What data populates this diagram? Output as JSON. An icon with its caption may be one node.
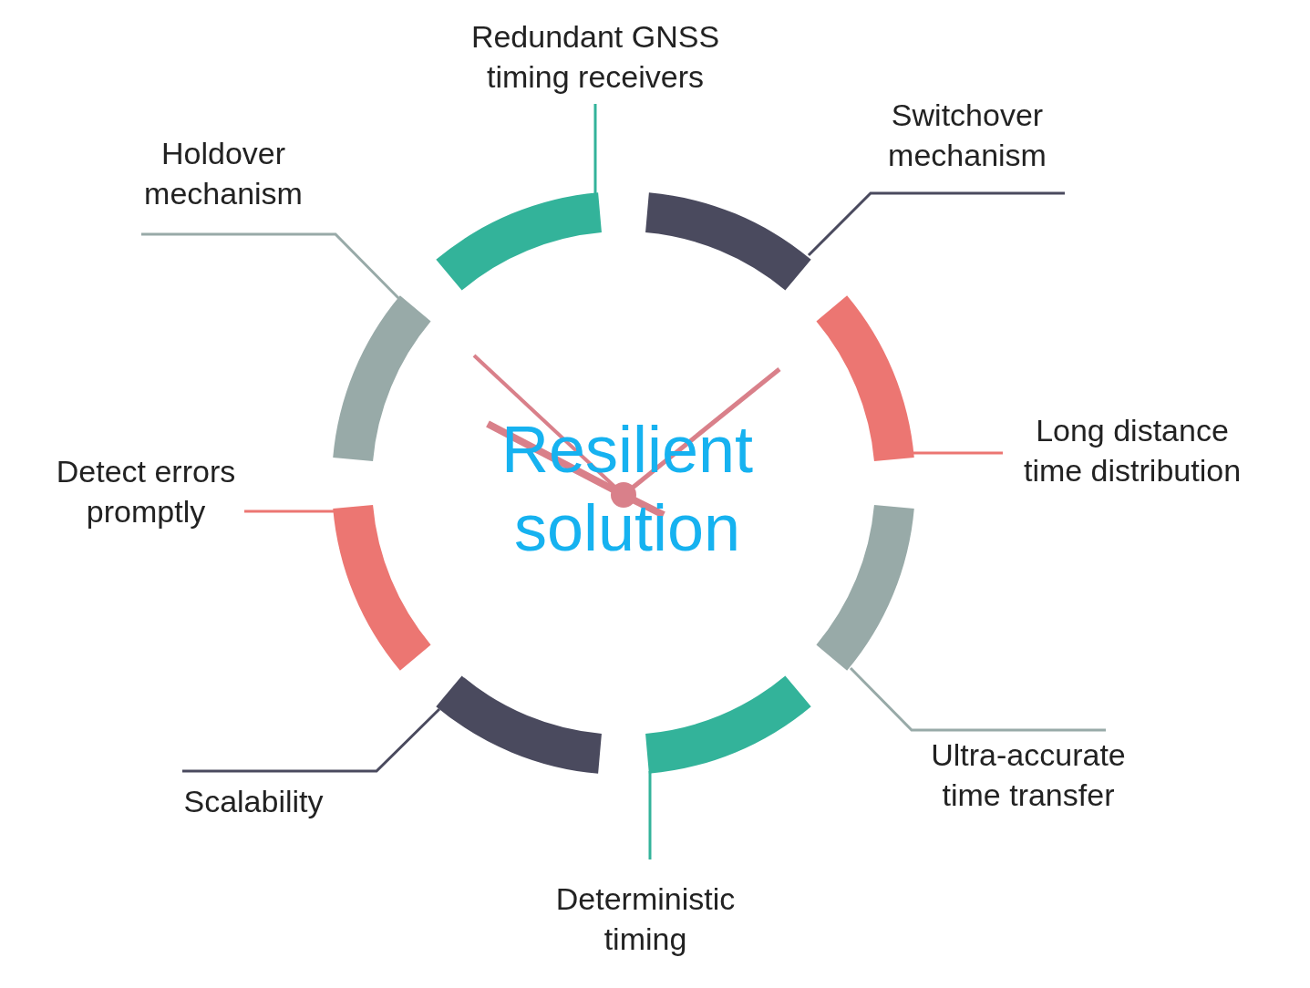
{
  "diagram": {
    "nodes": [
      {
        "text": [
          "Redundant GNSS timing receivers"
        ]
      },
      {
        "text": [
          "Switchover mechanism"
        ]
      },
      {
        "text": [
          "Holdover mechanism"
        ]
      },
      {
        "text": [
          "Long distance time distribution"
        ]
      },
      {
        "text": [
          "Detect errors promptly"
        ]
      },
      {
        "text": [
          "Ultra-accurate time transfer"
        ]
      },
      {
        "text": [
          "Scalability"
        ]
      },
      {
        "text": [
          "Deterministic timing"
        ]
      },
      {
        "text": [],
        "shape": "arc"
      },
      {
        "text": [],
        "shape": "arc"
      },
      {
        "text": [],
        "shape": "arc"
      },
      {
        "text": [],
        "shape": "arc"
      },
      {
        "text": [],
        "shape": "arc"
      },
      {
        "text": [],
        "shape": "arc"
      },
      {
        "text": [],
        "shape": "arc"
      },
      {
        "text": [],
        "shape": "arc"
      }
    ],
    "edges": [
      {
        "from": 0,
        "to": 8,
        "arrow": "none",
        "color": "#33b39a"
      },
      {
        "from": 1,
        "to": 9,
        "arrow": "none",
        "color": "#4a4a5e"
      },
      {
        "from": 2,
        "to": 15,
        "arrow": "none",
        "color": "#98aaa8"
      },
      {
        "from": 3,
        "to": 10,
        "arrow": "none",
        "color": "#ec7672"
      },
      {
        "from": 4,
        "to": 14,
        "arrow": "none",
        "color": "#ec7672"
      },
      {
        "from": 5,
        "to": 11,
        "arrow": "none",
        "color": "#98aaa8"
      },
      {
        "from": 6,
        "to": 13,
        "arrow": "none",
        "color": "#4a4a5e"
      },
      {
        "from": 7,
        "to": 12,
        "arrow": "none",
        "color": "#33b39a"
      }
    ],
    "labels": [
      "Resilient solution"
    ]
  }
}
